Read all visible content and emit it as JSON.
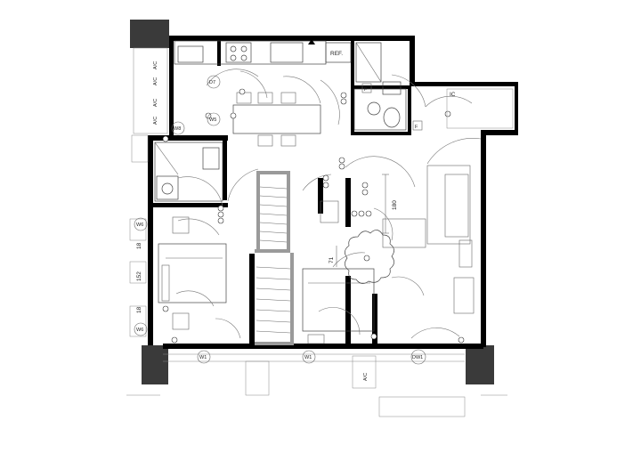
{
  "labels": {
    "ref": "REF.",
    "ac": "A/C",
    "w1": "W1",
    "w5": "W5",
    "w6": "W6",
    "w8": "W8",
    "d7": "D7",
    "dw1": "DW1",
    "f": "F",
    "ic": "IC",
    "dim_180": "180",
    "dim_71": "71",
    "dim_152": "152",
    "dim_18": "18"
  },
  "colors": {
    "wall": "#000000",
    "column": "#3a3a3a",
    "partition": "#9a9a9a",
    "line": "#666666"
  }
}
